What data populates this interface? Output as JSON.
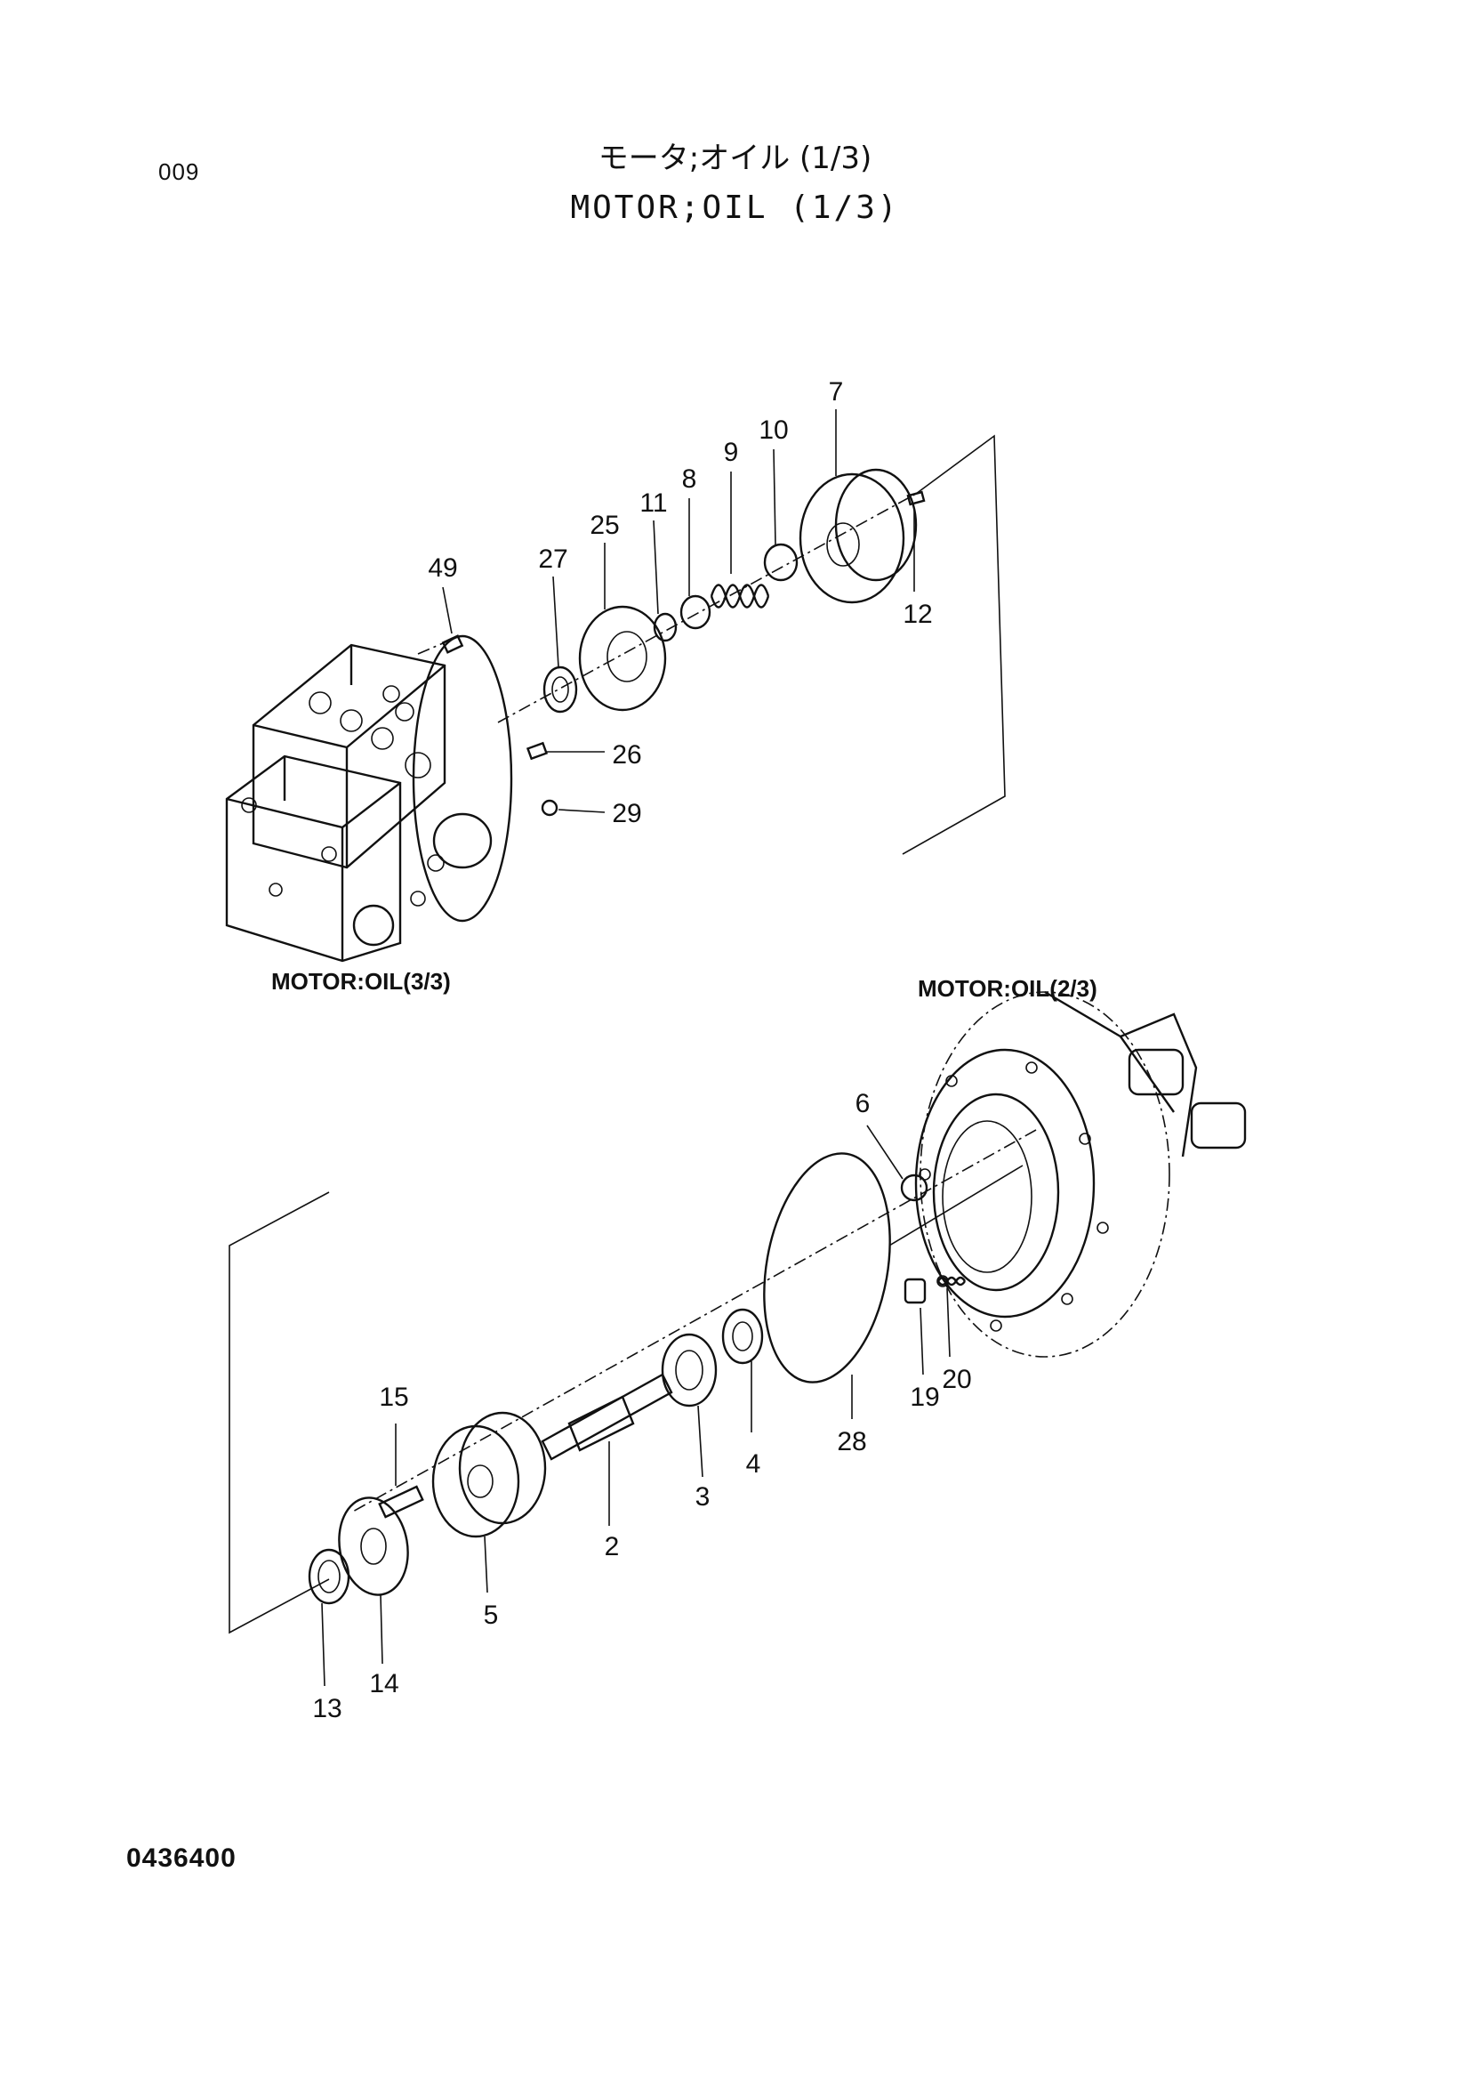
{
  "page_code": "009",
  "title_jp": "モータ;オイル (1/3)",
  "title_en": "MOTOR;OIL (1/3)",
  "document_code": "0436400",
  "references": {
    "upper": "MOTOR:OIL(3/3)",
    "lower": "MOTOR:OIL(2/3)"
  },
  "callouts": {
    "c49": "49",
    "c27": "27",
    "c25": "25",
    "c11": "11",
    "c8": "8",
    "c9": "9",
    "c10": "10",
    "c7": "7",
    "c12": "12",
    "c26": "26",
    "c29": "29",
    "c6": "6",
    "c15": "15",
    "c2": "2",
    "c3": "3",
    "c4": "4",
    "c28": "28",
    "c19": "19",
    "c20": "20",
    "c5": "5",
    "c13": "13",
    "c14": "14"
  }
}
